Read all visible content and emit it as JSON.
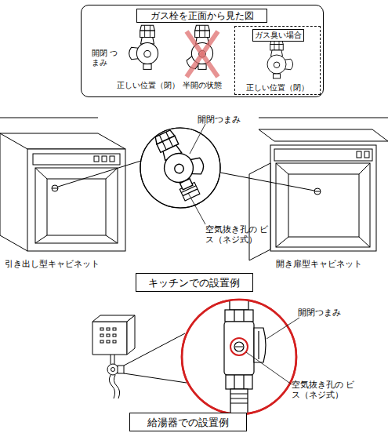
{
  "diagram": {
    "nodes": [
      {
        "text": [
          "ガス栓を正面から見た図"
        ]
      },
      {
        "text": [
          "ガス臭い場合",
          "正しい位置（閉）"
        ],
        "in": 0
      },
      {
        "text": [
          "キッチンでの設置例"
        ]
      },
      {
        "text": [
          "給湯器での設置例"
        ]
      }
    ],
    "labels": [
      "開閉 つまみ",
      "正しい位置（閉）",
      "半開の状態",
      "開閉つまみ",
      "空気抜き孔の ビス（ネジ式）",
      "引き出し型キャビネット",
      "開き扉型キャビネット",
      "開閉つまみ",
      "空気抜き孔の ビス（ネジ式）"
    ]
  }
}
